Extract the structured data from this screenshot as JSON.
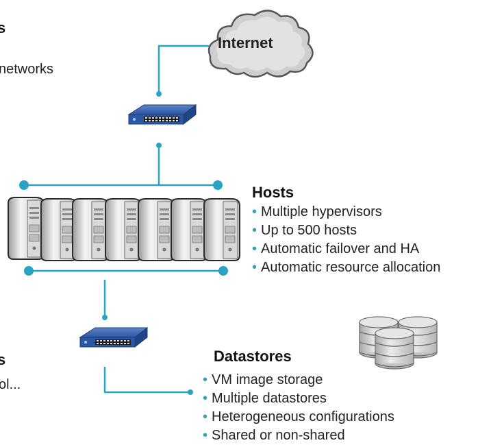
{
  "left_cut": {
    "top_heading": "s",
    "top_text": "networks",
    "bottom_heading": "s",
    "bottom_text": "ol..."
  },
  "cloud": {
    "label": "Internet"
  },
  "hosts": {
    "heading": "Hosts",
    "items": [
      "Multiple hypervisors",
      "Up to 500 hosts",
      "Automatic failover and HA",
      "Automatic resource allocation"
    ]
  },
  "datastores": {
    "heading": "Datastores",
    "items": [
      "VM image storage",
      "Multiple datastores",
      "Heterogeneous configurations",
      "Shared or non-shared"
    ]
  },
  "colors": {
    "line": "#29a3c4",
    "switch": "#2b57a3"
  },
  "icons": [
    "cloud-icon",
    "network-switch-icon",
    "server-tower-icon",
    "database-stack-icon"
  ]
}
